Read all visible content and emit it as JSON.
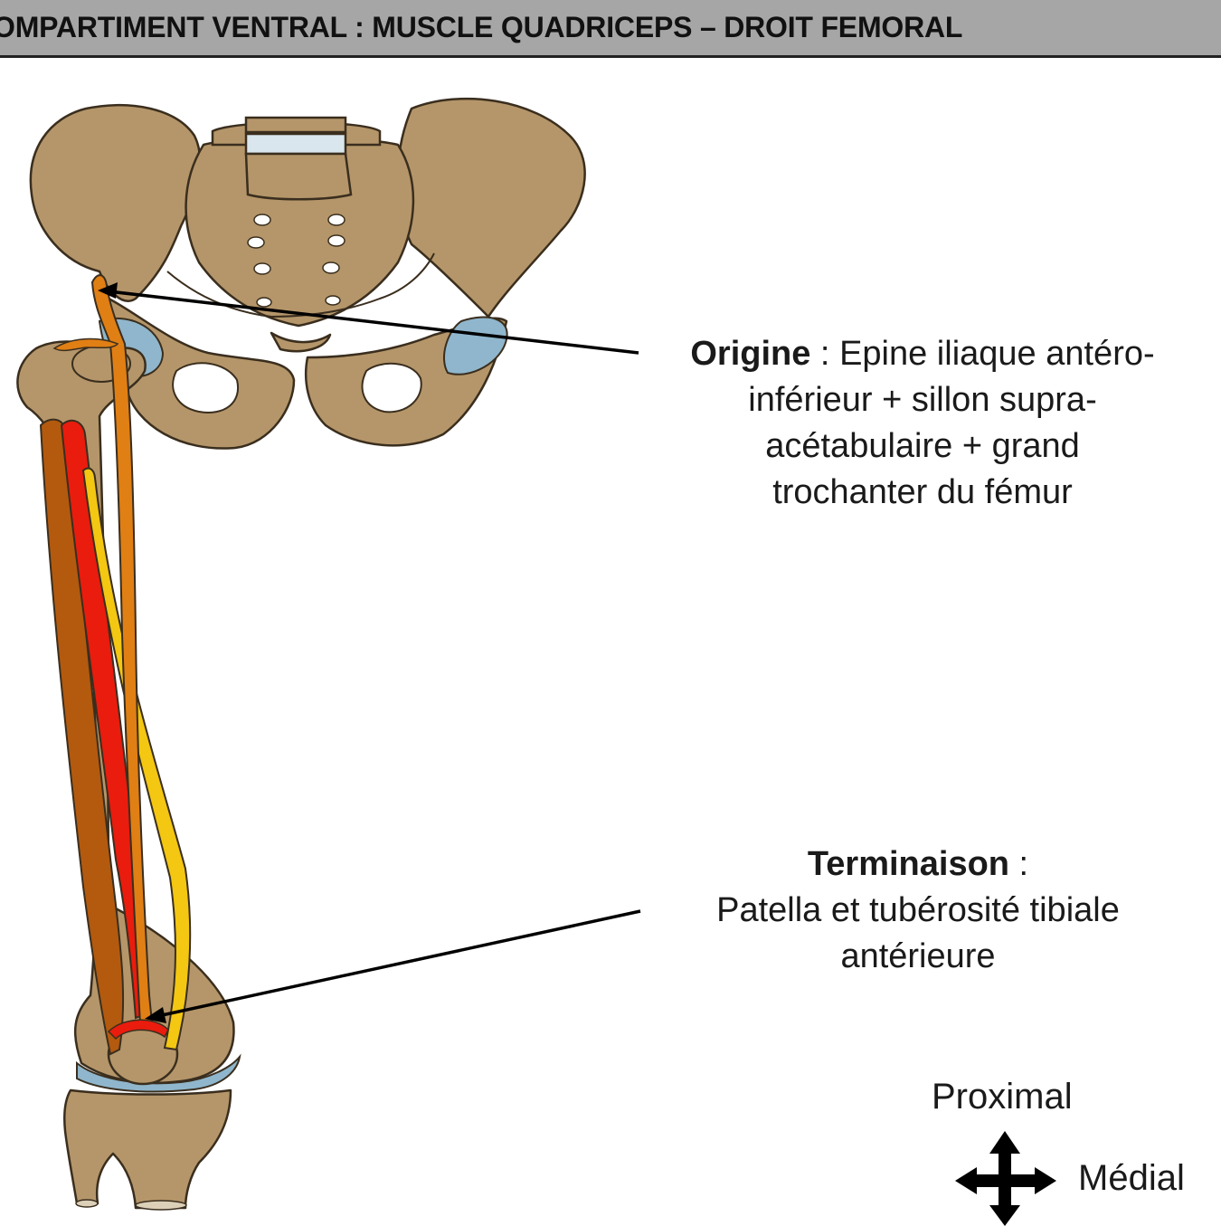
{
  "header": {
    "title": "OMPARTIMENT VENTRAL : MUSCLE QUADRICEPS – DROIT FEMORAL"
  },
  "annotations": {
    "origin": {
      "heading": "Origine",
      "separator": " : ",
      "lines": [
        "Epine iliaque antéro-",
        "inférieur + sillon supra-",
        "acétabulaire + grand",
        "trochanter du fémur"
      ]
    },
    "terminaison": {
      "heading": "Terminaison",
      "separator": " :",
      "lines": [
        "Patella et tubérosité tibiale",
        "antérieure"
      ]
    }
  },
  "compass": {
    "proximal": "Proximal",
    "medial": "Médial"
  },
  "colors": {
    "bone": "#b5966a",
    "bone_outline": "#3a2e1e",
    "cartilage": "#8fb6cc",
    "rectus_femoris": "#e07f14",
    "vastus_lateralis": "#b35a0f",
    "vastus_intermedius": "#ea1c0d",
    "vastus_medialis": "#f3c712",
    "header_bg": "#a6a6a6"
  },
  "icons": [
    "anatomy-illustration",
    "arrow-origin",
    "arrow-terminaison",
    "compass-cross-icon"
  ]
}
